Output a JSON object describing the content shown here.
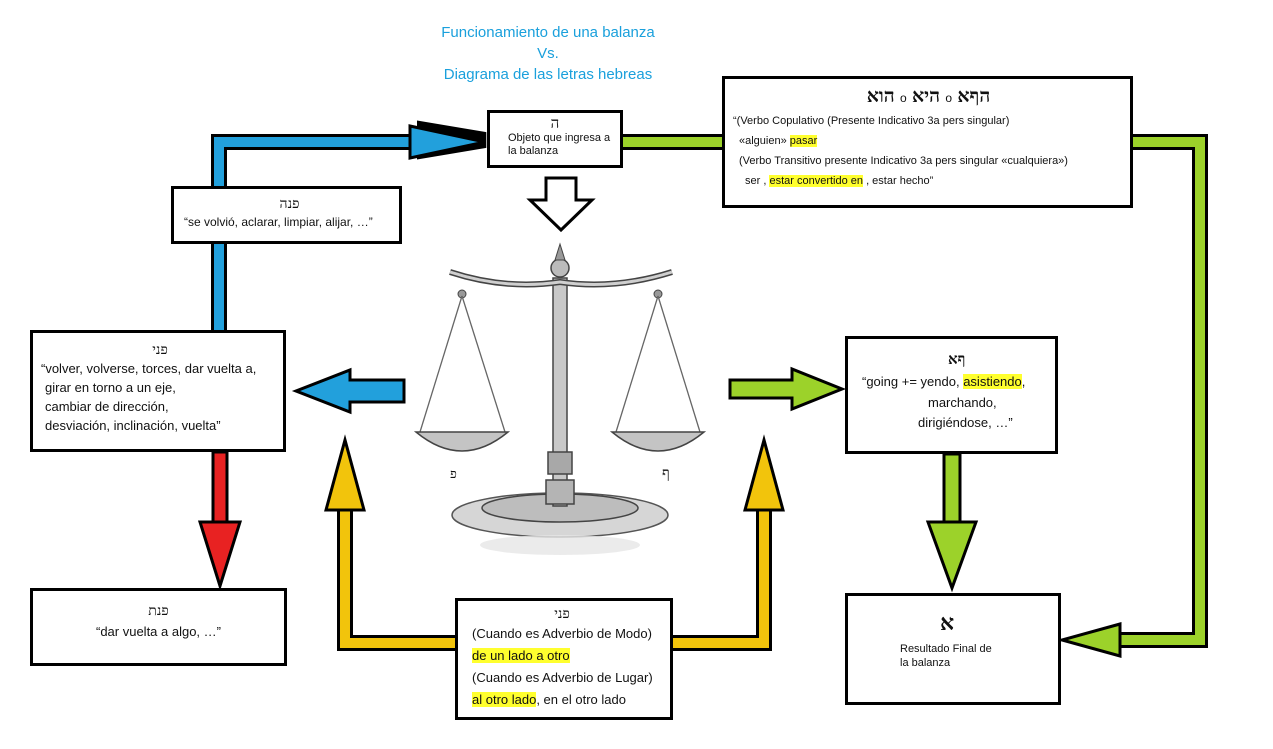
{
  "title": {
    "line1": "Funcionamiento de una balanza",
    "line2": "Vs.",
    "line3": "Diagrama de las letras hebreas"
  },
  "box_object": {
    "hebrew": "ה",
    "text_l1": "Objeto que ingresa a",
    "text_l2": "la balanza"
  },
  "box_hua": {
    "heading_part1": "הוא",
    "heading_sep1": "o",
    "heading_part2": "היא",
    "heading_sep2": "o",
    "heading_part3": "הףא",
    "line1": "“(Verbo Copulativo (Presente Indicativo 3a pers singular)",
    "line2_pre": "«alguien» ",
    "line2_hl": "pasar",
    "line3": "(Verbo Transitivo presente Indicativo 3a pers singular «cualquiera»)",
    "line4_pre": "ser , ",
    "line4_hl": "estar convertido en",
    "line4_post": " , estar hecho”"
  },
  "box_pana": {
    "hebrew": "פנה",
    "text": "“se volvió, aclarar, limpiar, alijar, …”"
  },
  "box_pani_left": {
    "hebrew": "פני",
    "line1": "“volver, volverse, torces, dar vuelta a,",
    "line2": "girar en torno a un eje,",
    "line3": "cambiar de dirección,",
    "line4": "desviación, inclinación, vuelta”"
  },
  "box_pant": {
    "hebrew": "פנת",
    "text": "“dar vuelta a algo, …”"
  },
  "box_pani_bottom": {
    "hebrew": "פני",
    "line1": "(Cuando es Adverbio de Modo)",
    "line2_hl": "de un lado a otro",
    "line3": "(Cuando es Adverbio de Lugar)",
    "line4_hl": "al otro lado",
    "line4_post": ", en el otro lado"
  },
  "box_fa": {
    "hebrew": "ףא",
    "line1_pre": "“going += yendo, ",
    "line1_hl": "asistiendo",
    "line1_post": ",",
    "line2": "marchando,",
    "line3": "dirigiéndose, …”"
  },
  "box_aleph": {
    "hebrew": "א",
    "text_l1": "Resultado Final de",
    "text_l2": "la balanza"
  },
  "scale": {
    "left_pan_letter": "פ",
    "right_pan_letter": "ף"
  },
  "colors": {
    "blue": "#22a0dc",
    "green": "#9cd22a",
    "red": "#e82222",
    "yellow": "#f2c40c",
    "title": "#1aa0dc",
    "highlight": "#ffff2e"
  }
}
